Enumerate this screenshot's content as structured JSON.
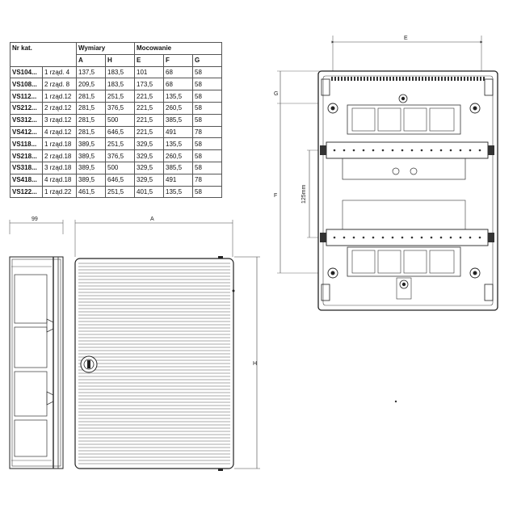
{
  "table": {
    "header_code": "Nr kat.",
    "header_dims": "Wymiary",
    "header_mount": "Mocowanie",
    "columns": [
      "A",
      "H",
      "E",
      "F",
      "G"
    ],
    "rows": [
      {
        "code": "VS104...",
        "desc": "1 rząd. 4",
        "A": "137,5",
        "H": "183,5",
        "E": "101",
        "F": "68",
        "G": "58"
      },
      {
        "code": "VS108...",
        "desc": "2 rząd. 8",
        "A": "209,5",
        "H": "183,5",
        "E": "173,5",
        "F": "68",
        "G": "58"
      },
      {
        "code": "VS112...",
        "desc": "1 rząd.12",
        "A": "281,5",
        "H": "251,5",
        "E": "221,5",
        "F": "135,5",
        "G": "58"
      },
      {
        "code": "VS212...",
        "desc": "2 rząd.12",
        "A": "281,5",
        "H": "376,5",
        "E": "221,5",
        "F": "260,5",
        "G": "58"
      },
      {
        "code": "VS312...",
        "desc": "3 rząd.12",
        "A": "281,5",
        "H": "500",
        "E": "221,5",
        "F": "385,5",
        "G": "58"
      },
      {
        "code": "VS412...",
        "desc": "4 rząd.12",
        "A": "281,5",
        "H": "646,5",
        "E": "221,5",
        "F": "491",
        "G": "78"
      },
      {
        "code": "VS118...",
        "desc": "1 rząd.18",
        "A": "389,5",
        "H": "251,5",
        "E": "329,5",
        "F": "135,5",
        "G": "58"
      },
      {
        "code": "VS218...",
        "desc": "2 rząd.18",
        "A": "389,5",
        "H": "376,5",
        "E": "329,5",
        "F": "260,5",
        "G": "58"
      },
      {
        "code": "VS318...",
        "desc": "3 rząd.18",
        "A": "389,5",
        "H": "500",
        "E": "329,5",
        "F": "385,5",
        "G": "58"
      },
      {
        "code": "VS418...",
        "desc": "4 rząd.18",
        "A": "389,5",
        "H": "646,5",
        "E": "329,5",
        "F": "491",
        "G": "78"
      },
      {
        "code": "VS122...",
        "desc": "1 rząd.22",
        "A": "461,5",
        "H": "251,5",
        "E": "401,5",
        "F": "135,5",
        "G": "58"
      }
    ]
  },
  "drawing": {
    "side_width_label": "99",
    "front_width_label": "A",
    "front_height_label": "H",
    "back_width_label": "E",
    "back_g_label": "G",
    "back_f_label": "F",
    "back_rail_spacing_label": "125mm"
  }
}
